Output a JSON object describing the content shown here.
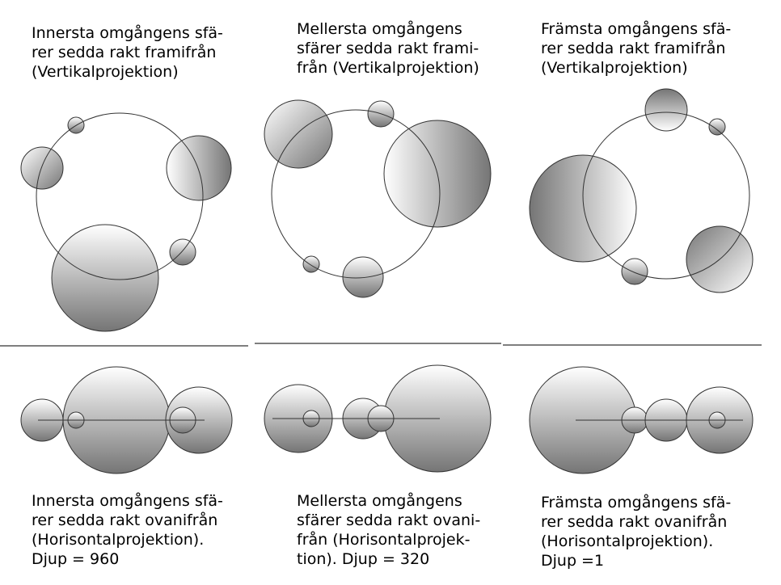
{
  "captions": {
    "vertical_inner": "Innersta omgångens sfä-\nrer sedda rakt framifrån\n(Vertikalprojektion)",
    "vertical_middle": "Mellersta omgångens\nsfärer sedda rakt frami-\nfrån (Vertikalprojektion)",
    "vertical_front": "Främsta omgångens sfä-\nrer sedda rakt framifrån\n(Vertikalprojektion)",
    "horizontal_inner": "Innersta omgångens sfä-\nrer sedda rakt ovanifrån\n(Horisontalprojektion).\nDjup = 960",
    "horizontal_middle": "Mellersta omgångens\nsfärer sedda rakt ovani-\nfrån (Horisontalprojek-\ntion). Djup = 320",
    "horizontal_front": "Främsta omgångens sfä-\nrer sedda rakt ovanifrån\n(Horisontalprojektion).\nDjup =1"
  },
  "colors": {
    "line": "#222222",
    "sphere_light": "#ffffff",
    "sphere_dark": "#707070",
    "sphere_stroke": "#333333"
  }
}
